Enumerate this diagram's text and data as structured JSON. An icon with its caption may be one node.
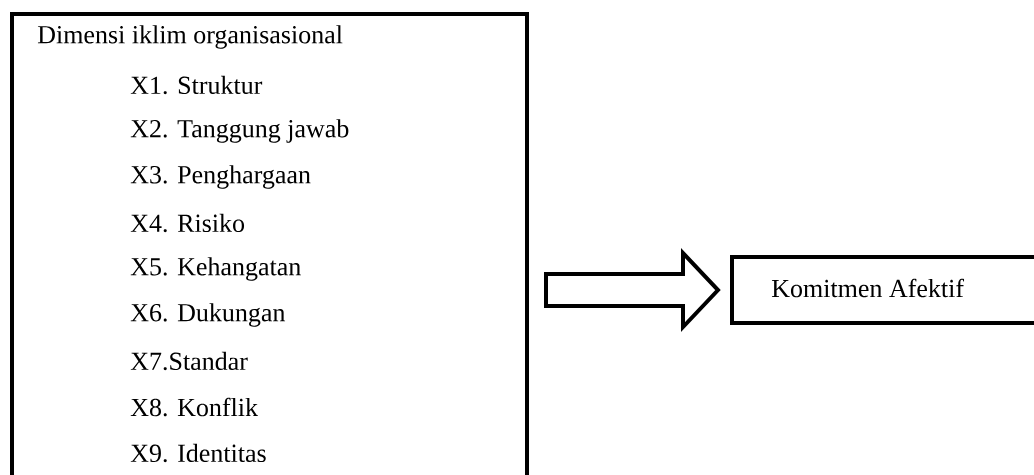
{
  "diagram": {
    "nodes": [
      {
        "text": [
          "Dimensi iklim organisasional",
          "X1. Struktur",
          "X2. Tanggung jawab",
          "X3. Penghargaan",
          "X4. Risiko",
          "X5. Kehangatan",
          "X6. Dukungan",
          "X7.Standar",
          "X8. Konflik",
          "X9. Identitas"
        ]
      },
      {
        "text": [
          "Komitmen Afektif"
        ]
      }
    ],
    "edges": [
      {
        "from": 0,
        "to": 1,
        "arrow": "to"
      }
    ]
  }
}
